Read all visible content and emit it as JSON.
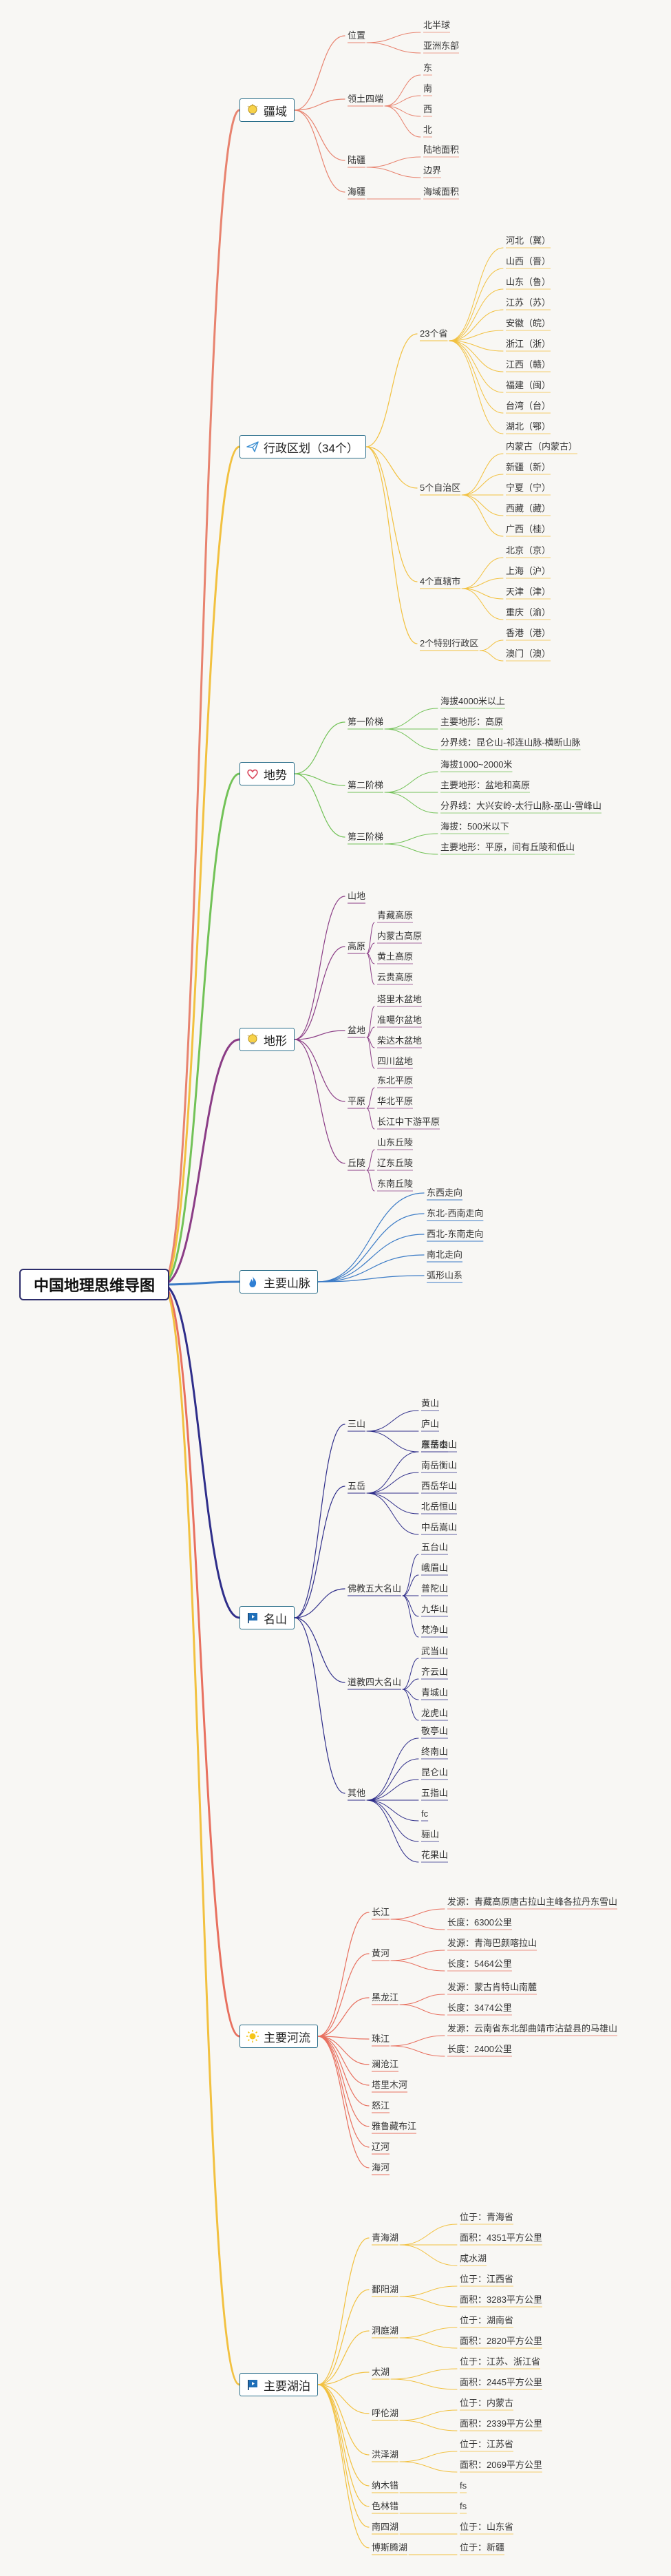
{
  "root": "中国地理思维导图",
  "branches": [
    {
      "label": "疆域",
      "icon": "bulb-icon",
      "color": "#e8836f",
      "children": [
        {
          "label": "位置",
          "children": [
            {
              "label": "北半球"
            },
            {
              "label": "亚洲东部"
            }
          ]
        },
        {
          "label": "领土四端",
          "children": [
            {
              "label": "东"
            },
            {
              "label": "南"
            },
            {
              "label": "西"
            },
            {
              "label": "北"
            }
          ]
        },
        {
          "label": "陆疆",
          "children": [
            {
              "label": "陆地面积"
            },
            {
              "label": "边界"
            }
          ]
        },
        {
          "label": "海疆",
          "children": [
            {
              "label": "海域面积"
            }
          ]
        }
      ]
    },
    {
      "label": "行政区划（34个）",
      "icon": "paper-plane-icon",
      "color": "#f2c140",
      "children": [
        {
          "label": "23个省",
          "children": [
            {
              "label": "河北（冀）"
            },
            {
              "label": "山西（晋）"
            },
            {
              "label": "山东（鲁）"
            },
            {
              "label": "江苏（苏）"
            },
            {
              "label": "安徽（皖）"
            },
            {
              "label": "浙江（浙）"
            },
            {
              "label": "江西（赣）"
            },
            {
              "label": "福建（闽）"
            },
            {
              "label": "台湾（台）"
            },
            {
              "label": "湖北（鄂）"
            }
          ]
        },
        {
          "label": "5个自治区",
          "children": [
            {
              "label": "内蒙古（内蒙古）"
            },
            {
              "label": "新疆（新）"
            },
            {
              "label": "宁夏（宁）"
            },
            {
              "label": "西藏（藏）"
            },
            {
              "label": "广西（桂）"
            }
          ]
        },
        {
          "label": "4个直辖市",
          "children": [
            {
              "label": "北京（京）"
            },
            {
              "label": "上海（沪）"
            },
            {
              "label": "天津（津）"
            },
            {
              "label": "重庆（渝）"
            }
          ]
        },
        {
          "label": "2个特别行政区",
          "children": [
            {
              "label": "香港（港）"
            },
            {
              "label": "澳门（澳）"
            }
          ]
        }
      ]
    },
    {
      "label": "地势",
      "icon": "heart-icon",
      "color": "#72c257",
      "children": [
        {
          "label": "第一阶梯",
          "children": [
            {
              "label": "海拔4000米以上"
            },
            {
              "label": "主要地形：高原"
            },
            {
              "label": "分界线：昆仑山-祁连山脉-横断山脉"
            }
          ]
        },
        {
          "label": "第二阶梯",
          "children": [
            {
              "label": "海拔1000~2000米"
            },
            {
              "label": "主要地形：盆地和高原"
            },
            {
              "label": "分界线：大兴安岭-太行山脉-巫山-雪峰山"
            }
          ]
        },
        {
          "label": "第三阶梯",
          "children": [
            {
              "label": "海拔：500米以下"
            },
            {
              "label": "主要地形：平原，间有丘陵和低山"
            }
          ]
        }
      ]
    },
    {
      "label": "地形",
      "icon": "bulb-icon",
      "color": "#8b3d86",
      "children": [
        {
          "label": "山地",
          "children": []
        },
        {
          "label": "高原",
          "children": [
            {
              "label": "青藏高原"
            },
            {
              "label": "内蒙古高原"
            },
            {
              "label": "黄土高原"
            },
            {
              "label": "云贵高原"
            }
          ]
        },
        {
          "label": "盆地",
          "children": [
            {
              "label": "塔里木盆地"
            },
            {
              "label": "准噶尔盆地"
            },
            {
              "label": "柴达木盆地"
            },
            {
              "label": "四川盆地"
            }
          ]
        },
        {
          "label": "平原",
          "children": [
            {
              "label": "东北平原"
            },
            {
              "label": "华北平原"
            },
            {
              "label": "长江中下游平原"
            }
          ]
        },
        {
          "label": "丘陵",
          "children": [
            {
              "label": "山东丘陵"
            },
            {
              "label": "辽东丘陵"
            },
            {
              "label": "东南丘陵"
            }
          ]
        }
      ]
    },
    {
      "label": "主要山脉",
      "icon": "fire-icon",
      "color": "#3b7bc6",
      "children": [
        {
          "label": "东西走向",
          "children": []
        },
        {
          "label": "东北-西南走向",
          "children": []
        },
        {
          "label": "西北-东南走向",
          "children": []
        },
        {
          "label": "南北走向",
          "children": []
        },
        {
          "label": "弧形山系",
          "children": []
        }
      ]
    },
    {
      "label": "名山",
      "icon": "flag-icon",
      "color": "#2f2e8a",
      "children": [
        {
          "label": "三山",
          "children": [
            {
              "label": "黄山"
            },
            {
              "label": "庐山"
            },
            {
              "label": "雁荡山"
            }
          ]
        },
        {
          "label": "五岳",
          "children": [
            {
              "label": "东岳泰山"
            },
            {
              "label": "南岳衡山"
            },
            {
              "label": "西岳华山"
            },
            {
              "label": "北岳恒山"
            },
            {
              "label": "中岳嵩山"
            }
          ]
        },
        {
          "label": "佛教五大名山",
          "children": [
            {
              "label": "五台山"
            },
            {
              "label": "峨眉山"
            },
            {
              "label": "普陀山"
            },
            {
              "label": "九华山"
            },
            {
              "label": "梵净山"
            }
          ]
        },
        {
          "label": "道教四大名山",
          "children": [
            {
              "label": "武当山"
            },
            {
              "label": "齐云山"
            },
            {
              "label": "青城山"
            },
            {
              "label": "龙虎山"
            }
          ]
        },
        {
          "label": "其他",
          "children": [
            {
              "label": "敬亭山"
            },
            {
              "label": "终南山"
            },
            {
              "label": "昆仑山"
            },
            {
              "label": "五指山"
            },
            {
              "label": "fc"
            },
            {
              "label": "骊山"
            },
            {
              "label": "花果山"
            }
          ]
        }
      ]
    },
    {
      "label": "主要河流",
      "icon": "sun-icon",
      "color": "#e8705f",
      "children": [
        {
          "label": "长江",
          "children": [
            {
              "label": "发源：青藏高原唐古拉山主峰各拉丹东雪山"
            },
            {
              "label": "长度：6300公里"
            }
          ]
        },
        {
          "label": "黄河",
          "children": [
            {
              "label": "发源：青海巴颜喀拉山"
            },
            {
              "label": "长度：5464公里"
            }
          ]
        },
        {
          "label": "黑龙江",
          "children": [
            {
              "label": "发源：蒙古肯特山南麓"
            },
            {
              "label": "长度：3474公里"
            }
          ]
        },
        {
          "label": "珠江",
          "children": [
            {
              "label": "发源：云南省东北部曲靖市沾益县的马雄山"
            },
            {
              "label": "长度：2400公里"
            }
          ]
        },
        {
          "label": "澜沧江",
          "children": []
        },
        {
          "label": "塔里木河",
          "children": []
        },
        {
          "label": "怒江",
          "children": []
        },
        {
          "label": "雅鲁藏布江",
          "children": []
        },
        {
          "label": "辽河",
          "children": []
        },
        {
          "label": "海河",
          "children": []
        }
      ]
    },
    {
      "label": "主要湖泊",
      "icon": "flag-icon",
      "color": "#f2c140",
      "children": [
        {
          "label": "青海湖",
          "children": [
            {
              "label": "位于：青海省"
            },
            {
              "label": "面积：4351平方公里"
            },
            {
              "label": "咸水湖"
            }
          ]
        },
        {
          "label": "鄱阳湖",
          "children": [
            {
              "label": "位于：江西省"
            },
            {
              "label": "面积：3283平方公里"
            }
          ]
        },
        {
          "label": "洞庭湖",
          "children": [
            {
              "label": "位于：湖南省"
            },
            {
              "label": "面积：2820平方公里"
            }
          ]
        },
        {
          "label": "太湖",
          "children": [
            {
              "label": "位于：江苏、浙江省"
            },
            {
              "label": "面积：2445平方公里"
            }
          ]
        },
        {
          "label": "呼伦湖",
          "children": [
            {
              "label": "位于：内蒙古"
            },
            {
              "label": "面积：2339平方公里"
            }
          ]
        },
        {
          "label": "洪泽湖",
          "children": [
            {
              "label": "位于：江苏省"
            },
            {
              "label": "面积：2069平方公里"
            }
          ]
        },
        {
          "label": "纳木错",
          "children": [
            {
              "label": "fs"
            }
          ]
        },
        {
          "label": "色林错",
          "children": [
            {
              "label": "fs"
            }
          ]
        },
        {
          "label": "南四湖",
          "children": [
            {
              "label": "位于：山东省"
            }
          ]
        },
        {
          "label": "博斯腾湖",
          "children": [
            {
              "label": "位于：新疆"
            }
          ]
        }
      ]
    }
  ]
}
